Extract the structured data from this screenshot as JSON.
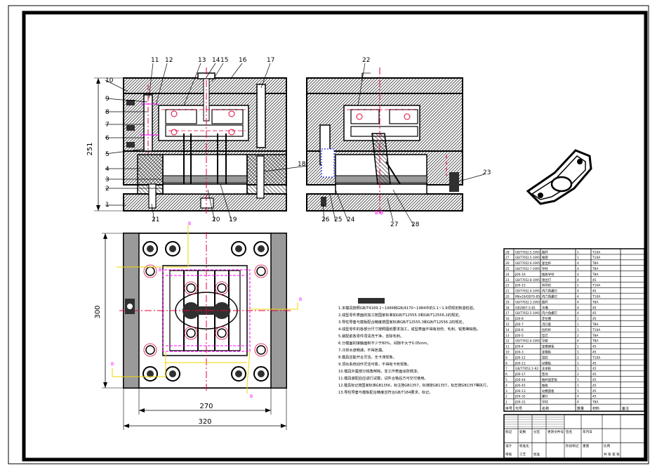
{
  "drawing": {
    "callouts_front": [
      "1",
      "2",
      "3",
      "4",
      "5",
      "6",
      "7",
      "8",
      "9",
      "10",
      "11",
      "12",
      "13",
      "14",
      "15",
      "16",
      "17"
    ],
    "callouts_front_bottom": [
      "21",
      "20",
      "19"
    ],
    "callout_18": "18",
    "callouts_side": [
      "22",
      "23",
      "24",
      "25",
      "26",
      "27",
      "28"
    ],
    "dim_height_front": "251",
    "dim_height_plan": "300",
    "dim_width_inner": "270",
    "dim_width_outer": "320",
    "section_mark": "B-B",
    "point_markers": [
      "B",
      "B",
      "B",
      "B",
      "B"
    ]
  },
  "notes": {
    "lines": [
      "1.本模具按照GB/T4169.1~1984和GB/4170~1984中的1.1~1.9项规定制造检验。",
      "2.成型零件表面的加工按国家标准如GB/T12555.3和GB/T12556.2的规定。",
      "3.导柱导套与模板配合精度按国家标准GB/T12555.3和GB/T12556.2的规定。",
      "4.成型零件的各部分尺寸按照图纸要求加工，成型表面不得有划伤、毛刺、锐角等缺陷。",
      "5.装配前各零件须清洗干净，去除毛刺。",
      "6.分模面的接触面积不少于80%，间隙不大于0.05mm。",
      "7.冷却水道畅通，不得泄漏。",
      "8.模具应能开合灵活，无卡滞现象。",
      "9.顶出系统动作灵活可靠，不得有卡死现象。",
      "10.模具外露部分锐角倒钝，非工作表面涂防锈漆。",
      "11.模具装配后应进行试模，试件合格后方可交付使用。",
      "12.模具标记按国家标准GB1356，标注按GB1357，标准按GB1357，标志按GB1357等执行。",
      "13.导柱导套与模板配合精度应符合GB/T184要求，标记。"
    ]
  },
  "bom": {
    "rows": [
      [
        "28",
        "GB/T7652.5-1995",
        "推杆",
        "1",
        "T10A",
        ""
      ],
      [
        "27",
        "GB/T7652.5-1995",
        "推管",
        "1",
        "T10A",
        ""
      ],
      [
        "26",
        "GB/T7652.6-1995",
        "复位杆",
        "4",
        "T8A",
        ""
      ],
      [
        "25",
        "GB/T7652.7-1995",
        "导柱",
        "4",
        "T8A",
        ""
      ],
      [
        "24",
        "JD0-16",
        "推板导柱",
        "4",
        "T8A",
        ""
      ],
      [
        "23",
        "GB/T7652.8-1995",
        "限位钉",
        "4",
        "45",
        ""
      ],
      [
        "22",
        "JD0-15",
        "斜导柱",
        "2",
        "T10A",
        ""
      ],
      [
        "21",
        "GB/T7652.9-1995",
        "内六角螺钉",
        "4",
        "45",
        ""
      ],
      [
        "20",
        "M6x16/GB70-85",
        "内六角螺钉",
        "4",
        "T10A",
        ""
      ],
      [
        "19",
        "GB/T7652.3-1995",
        "推杆",
        "4",
        "T8A",
        ""
      ],
      [
        "18",
        "GB2867.5-81",
        "水嘴",
        "4",
        "45",
        ""
      ],
      [
        "17",
        "GB/T7652.5-1995",
        "内六角螺钉",
        "4",
        "45",
        ""
      ],
      [
        "16",
        "JD0-8",
        "定位圈",
        "1",
        "45",
        ""
      ],
      [
        "15",
        "JD0-7",
        "浇口套",
        "1",
        "T8A",
        ""
      ],
      [
        "14",
        "JD0-6",
        "拉料杆",
        "1",
        "T10A",
        ""
      ],
      [
        "13",
        "JD0-5",
        "型芯",
        "2",
        "T8A",
        ""
      ],
      [
        "12",
        "GB/T7652.6-1995",
        "导套",
        "4",
        "T8A",
        ""
      ],
      [
        "11",
        "JD0-4",
        "定模座板",
        "1",
        "45",
        ""
      ],
      [
        "10",
        "JD0-3",
        "定模板",
        "1",
        "45",
        ""
      ],
      [
        "9",
        "JD0-12",
        "型腔",
        "2",
        "T10A",
        ""
      ],
      [
        "8",
        "JD0-11",
        "动模板",
        "1",
        "45",
        ""
      ],
      [
        "7",
        "GB/T7652.1-92",
        "支承板",
        "1",
        "45",
        ""
      ],
      [
        "6",
        "JD0-17",
        "垫块",
        "2",
        "45",
        ""
      ],
      [
        "5",
        "JD0-44",
        "推杆固定板",
        "1",
        "45",
        ""
      ],
      [
        "4",
        "JD0-45",
        "推板",
        "1",
        "45",
        ""
      ],
      [
        "3",
        "JD0-13",
        "动模座板",
        "1",
        "45",
        ""
      ],
      [
        "2",
        "JD0-32",
        "螺钉",
        "4",
        "45",
        ""
      ],
      [
        "1",
        "JD0-31",
        "导柱",
        "4",
        "T8A",
        ""
      ]
    ],
    "header": [
      "序号",
      "代号",
      "名称",
      "数量",
      "材料",
      "备注"
    ]
  },
  "title_block": {
    "cells": [
      "标记",
      "处数",
      "分区",
      "更改文件号",
      "签名",
      "年月日",
      "设计",
      "标准化",
      "阶段标记",
      "重量",
      "比例",
      "审核",
      "工艺",
      "批准",
      "共 张 第 张"
    ]
  },
  "colors": {
    "outline": "#000000",
    "hatch": "#1a1a1a",
    "centerline": "#e0003a",
    "water": "#ff00ff",
    "leader": "#f2d500",
    "steel": "#9a9a9a",
    "dark_fill": "#303030",
    "blue": "#0000ff"
  }
}
